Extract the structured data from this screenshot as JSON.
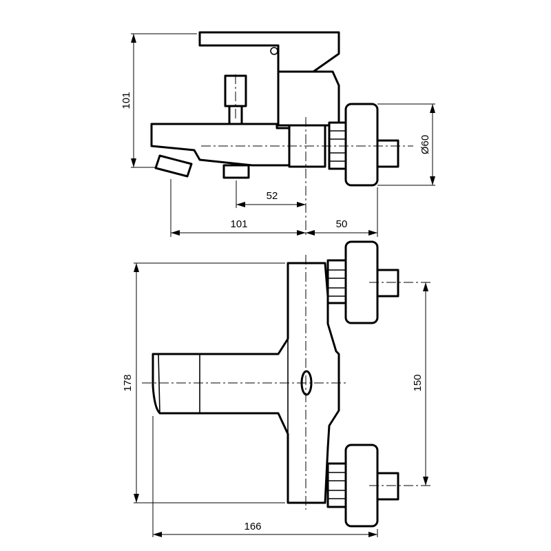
{
  "dimensions": {
    "side_height": "101",
    "handle_to_spout": "52",
    "spout_reach": "101",
    "escutcheon_offset": "50",
    "escutcheon_diameter": "Ø60",
    "top_depth": "178",
    "inlet_spacing": "150",
    "overall_width": "166"
  }
}
